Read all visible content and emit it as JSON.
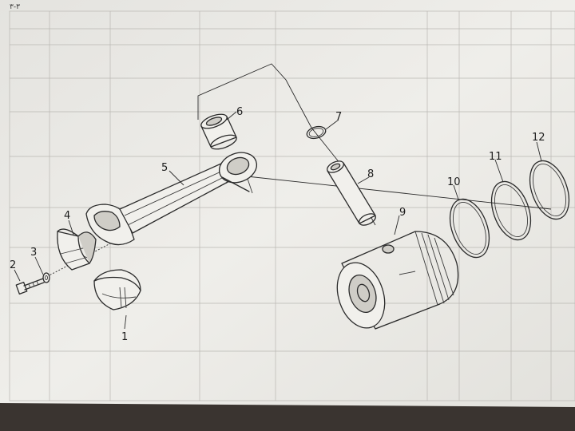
{
  "page_mark": "٣-٣",
  "callouts": {
    "p1": "1",
    "p2": "2",
    "p3": "3",
    "p4": "4",
    "p5": "5",
    "p6": "6",
    "p7": "7",
    "p8": "8",
    "p9": "9",
    "p10": "10",
    "p11": "11",
    "p12": "12"
  },
  "colors": {
    "paper": "#ebeae6",
    "ink": "#2a2a2a",
    "background": "#2a2622"
  }
}
